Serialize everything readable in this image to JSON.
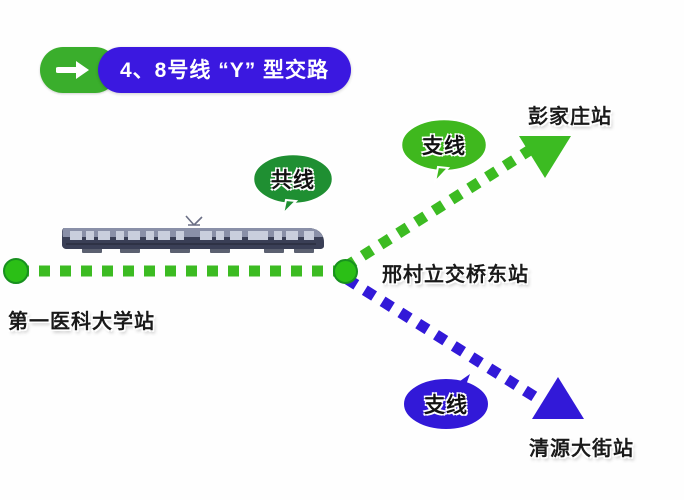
{
  "diagram": {
    "title_badge": {
      "arrow_icon": "arrow-right-icon",
      "label": "4、8号线 “Y” 型交路",
      "arrow_pill_color": "#3aae2c",
      "text_pill_color": "#3b18e0",
      "text_color": "#ffffff"
    },
    "colors": {
      "trunk_green": "#3cbb22",
      "branch_green": "#3cbb22",
      "branch_blue": "#3219d8",
      "node_green": "#2bbf16",
      "bubble_green_dark": "#1f8f32",
      "bubble_green_bright": "#3fb81e",
      "bubble_blue": "#3219d8",
      "label_text": "#1a1a1a"
    },
    "stations": [
      {
        "id": "first-medical-university",
        "name": "第一医科大学站",
        "marker": "circle",
        "marker_color": "#2bbf16",
        "role": "terminus-west"
      },
      {
        "id": "xingcun-interchange-east",
        "name": "邢村立交桥东站",
        "marker": "circle",
        "marker_color": "#2bbf16",
        "role": "junction"
      },
      {
        "id": "pengjiazhuang",
        "name": "彭家庄站",
        "marker": "triangle-down",
        "marker_color": "#3cbb22",
        "role": "terminus-north-branch"
      },
      {
        "id": "qingyuan-street",
        "name": "清源大街站",
        "marker": "triangle-up",
        "marker_color": "#3219d8",
        "role": "terminus-south-branch"
      }
    ],
    "segments": [
      {
        "id": "trunk",
        "callout": "共线",
        "callout_style": "bubble-dark-green",
        "color": "#3cbb22",
        "from": "第一医科大学站",
        "to": "邢村立交桥东站"
      },
      {
        "id": "branch-north",
        "callout": "支线",
        "callout_style": "bubble-bright-green",
        "color": "#3cbb22",
        "from": "邢村立交桥东站",
        "to": "彭家庄站"
      },
      {
        "id": "branch-south",
        "callout": "支线",
        "callout_style": "bubble-blue",
        "color": "#3219d8",
        "from": "邢村立交桥东站",
        "to": "清源大街站"
      }
    ],
    "train_graphic": {
      "name": "metro-train-illustration",
      "body_color": "#3a3f56",
      "roof_color": "#8a90a8"
    }
  }
}
